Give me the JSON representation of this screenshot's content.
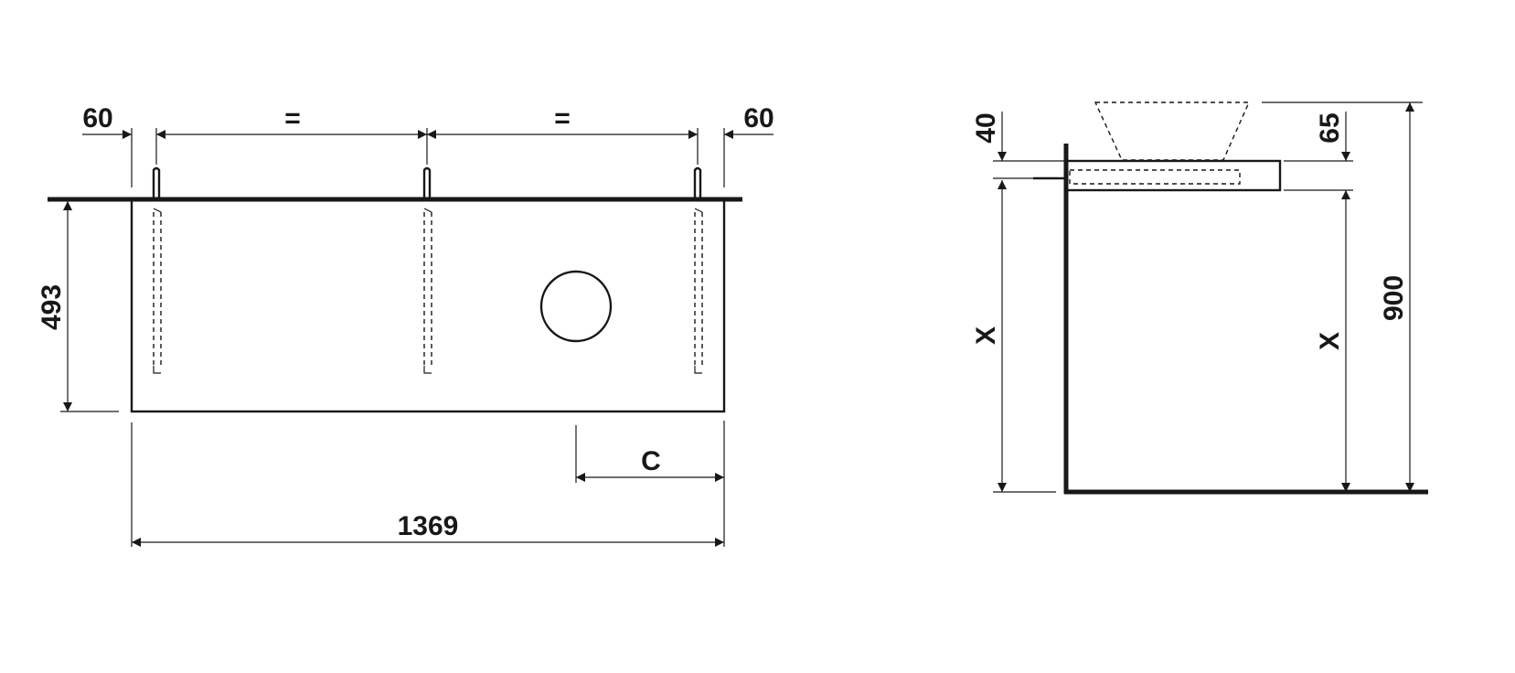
{
  "front_view": {
    "dim_left_offset": "60",
    "dim_spacing_1": "=",
    "dim_spacing_2": "=",
    "dim_right_offset": "60",
    "dim_height": "493",
    "dim_c": "C",
    "dim_width": "1369"
  },
  "side_view": {
    "dim_slab_offset": "40",
    "dim_x_left": "X",
    "dim_slab_thickness": "65",
    "dim_x_right": "X",
    "dim_total_height": "900"
  }
}
